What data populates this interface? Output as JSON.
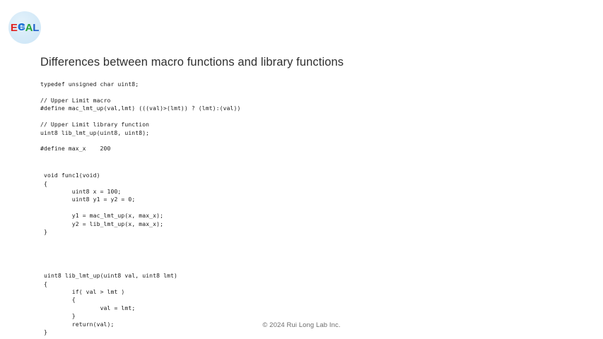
{
  "slide": {
    "background_color": "#ffffff",
    "title": "Differences between macro functions and library functions"
  },
  "logo": {
    "name": "ECAL",
    "shape": "circle",
    "background_color": "#d5eaf8",
    "letters": [
      {
        "char": "E",
        "color": "#e02020"
      },
      {
        "char": "C",
        "color": "#1a6fd4"
      },
      {
        "char": "A",
        "color": "#27a637"
      },
      {
        "char": "L",
        "color": "#2061c9"
      }
    ]
  },
  "code_blocks": {
    "declarations": "typedef unsigned char uint8;\n\n// Upper Limit macro\n#define mac_lmt_up(val,lmt) (((val)>(lmt)) ? (lmt):(val))\n\n// Upper Limit library function\nuint8 lib_lmt_up(uint8, uint8);\n\n#define max_x    200",
    "caller_function": "void func1(void)\n{\n        uint8 x = 100;\n        uint8 y1 = y2 = 0;\n\n        y1 = mac_lmt_up(x, max_x);\n        y2 = lib_lmt_up(x, max_x);\n}",
    "library_function": "uint8 lib_lmt_up(uint8 val, uint8 lmt)\n{\n        if( val > lmt )\n        {\n                val = lmt;\n        }\n        return(val);\n}"
  },
  "footer": {
    "copyright": "© 2024 Rui Long Lab Inc."
  }
}
